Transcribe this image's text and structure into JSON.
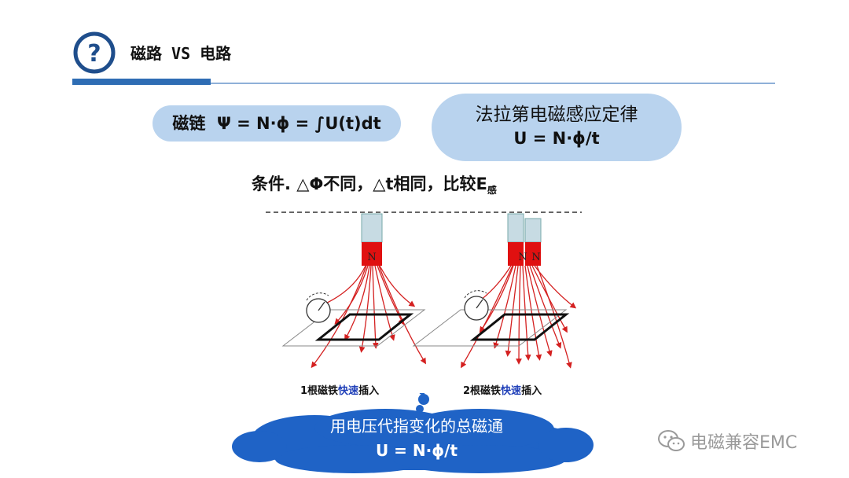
{
  "header": {
    "title": "磁路 VS 电路"
  },
  "flux_linkage": {
    "label": "磁链",
    "formula": "Ψ = N·ϕ = ∫U(t)dt"
  },
  "faraday": {
    "title": "法拉第电磁感应定律",
    "formula": "U = N·ϕ/t"
  },
  "condition": {
    "text": "条件. △Φ不同，△t相同，比较E",
    "subscript": "感"
  },
  "diagram": {
    "magnet_label": "N",
    "left_caption": {
      "prefix": "1根磁铁",
      "highlight": "快速",
      "suffix": "插入"
    },
    "right_caption": {
      "prefix": "2根磁铁",
      "highlight": "快速",
      "suffix": "插入"
    }
  },
  "cloud": {
    "line1": "用电压代指变化的总磁通",
    "line2": "U = N·ϕ/t"
  },
  "watermark": {
    "text": "电磁兼容EMC",
    "icon": "wechat-icon"
  },
  "colors": {
    "accent": "#2e6db4",
    "pill": "#b9d3ee",
    "cloud": "#1f63c6",
    "magnet_red": "#e01010",
    "field_line": "#d42020"
  }
}
